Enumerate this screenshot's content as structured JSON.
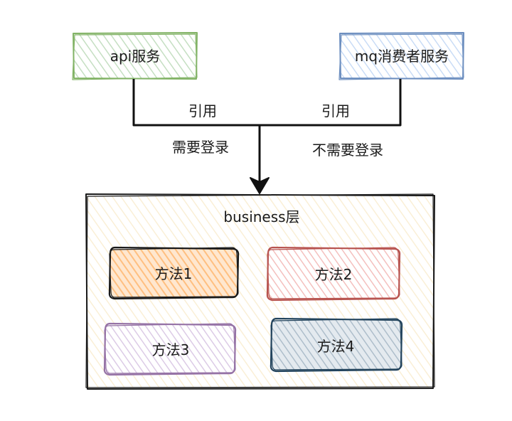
{
  "nodes": {
    "api": {
      "label": "api服务",
      "stroke": "#82b366",
      "fill": "#d5e8d4"
    },
    "mq": {
      "label": "mq消费者服务",
      "stroke": "#6c8ebf",
      "fill": "#dae8fc"
    },
    "business": {
      "label": "business层",
      "stroke": "#1a1a1a",
      "fill": "#fdf7e8"
    },
    "method1": {
      "label": "方法1",
      "stroke": "#1a1a1a",
      "fill": "#ffb570"
    },
    "method2": {
      "label": "方法2",
      "stroke": "#b85450",
      "fill": "#f8cecc"
    },
    "method3": {
      "label": "方法3",
      "stroke": "#9673a6",
      "fill": "#e1d5e7"
    },
    "method4": {
      "label": "方法4",
      "stroke": "#23445d",
      "fill": "#bac8d3"
    }
  },
  "edges": {
    "api_ref": "引用",
    "mq_ref": "引用",
    "api_note": "需要登录",
    "mq_note": "不需要登录"
  }
}
